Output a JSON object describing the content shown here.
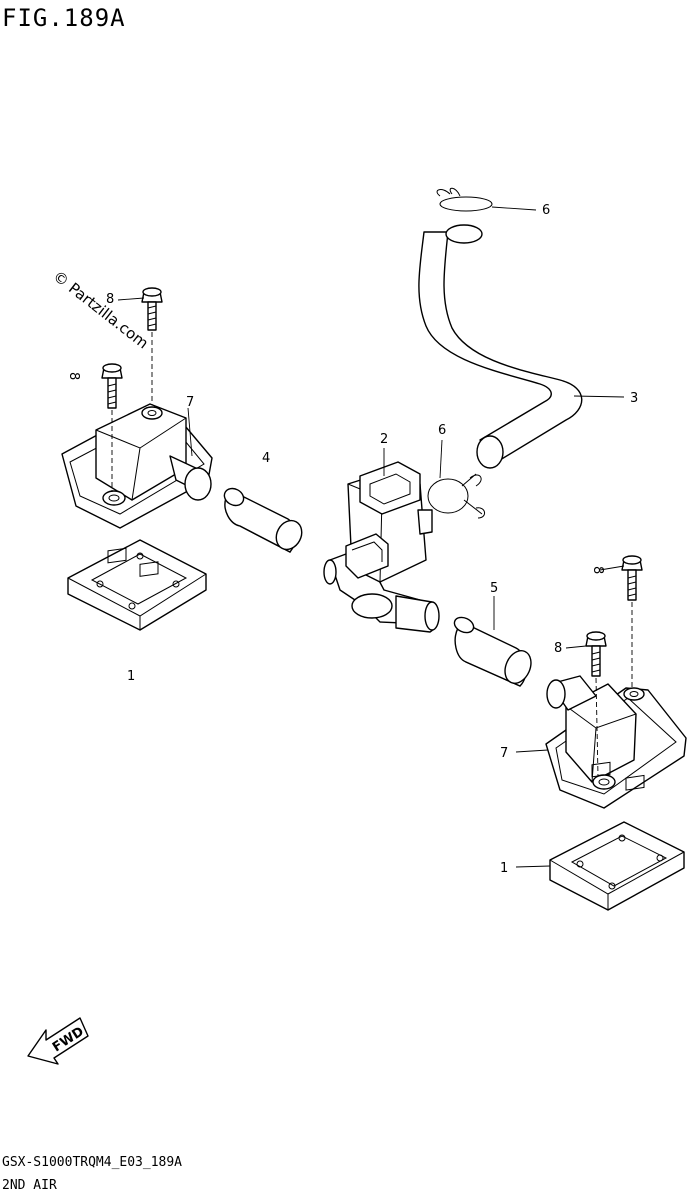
{
  "figure": {
    "title": "FIG.189A",
    "model_code": "GSX-S1000TRQM4_E03_189A",
    "section_name": "2ND AIR",
    "watermark": "© Partzilla.com",
    "direction_label": "FWD"
  },
  "callouts": [
    {
      "id": "c1a",
      "label": "1"
    },
    {
      "id": "c1b",
      "label": "1"
    },
    {
      "id": "c2",
      "label": "2"
    },
    {
      "id": "c3",
      "label": "3"
    },
    {
      "id": "c4",
      "label": "4"
    },
    {
      "id": "c5",
      "label": "5"
    },
    {
      "id": "c6a",
      "label": "6"
    },
    {
      "id": "c6b",
      "label": "6"
    },
    {
      "id": "c7a",
      "label": "7"
    },
    {
      "id": "c7b",
      "label": "7"
    },
    {
      "id": "c8a",
      "label": "8"
    },
    {
      "id": "c8b",
      "label": "8"
    },
    {
      "id": "c8c",
      "label": "8"
    },
    {
      "id": "c8d",
      "label": "8"
    }
  ]
}
